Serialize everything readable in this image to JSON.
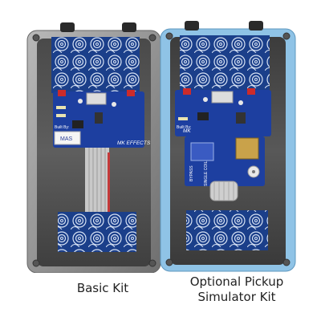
{
  "captions": {
    "left": "Basic Kit",
    "right_line1": "Optional Pickup",
    "right_line2": "Simulator Kit"
  },
  "board_markings": {
    "left_brand": "MK EFFECTS",
    "left_sticker": "MAS",
    "left_side_label": "Built By:",
    "right_brand": "MK",
    "right_side_label": "Built By:",
    "right_sub_text_1": "BYPASS",
    "right_sub_text_2": "SINGLE COIL"
  },
  "colors": {
    "left_enclosure": "#8a8a8a",
    "right_enclosure": "#8fc3e6",
    "pcb_blue": "#1d3fa0",
    "swirl_panel": "#1b3f8a"
  }
}
